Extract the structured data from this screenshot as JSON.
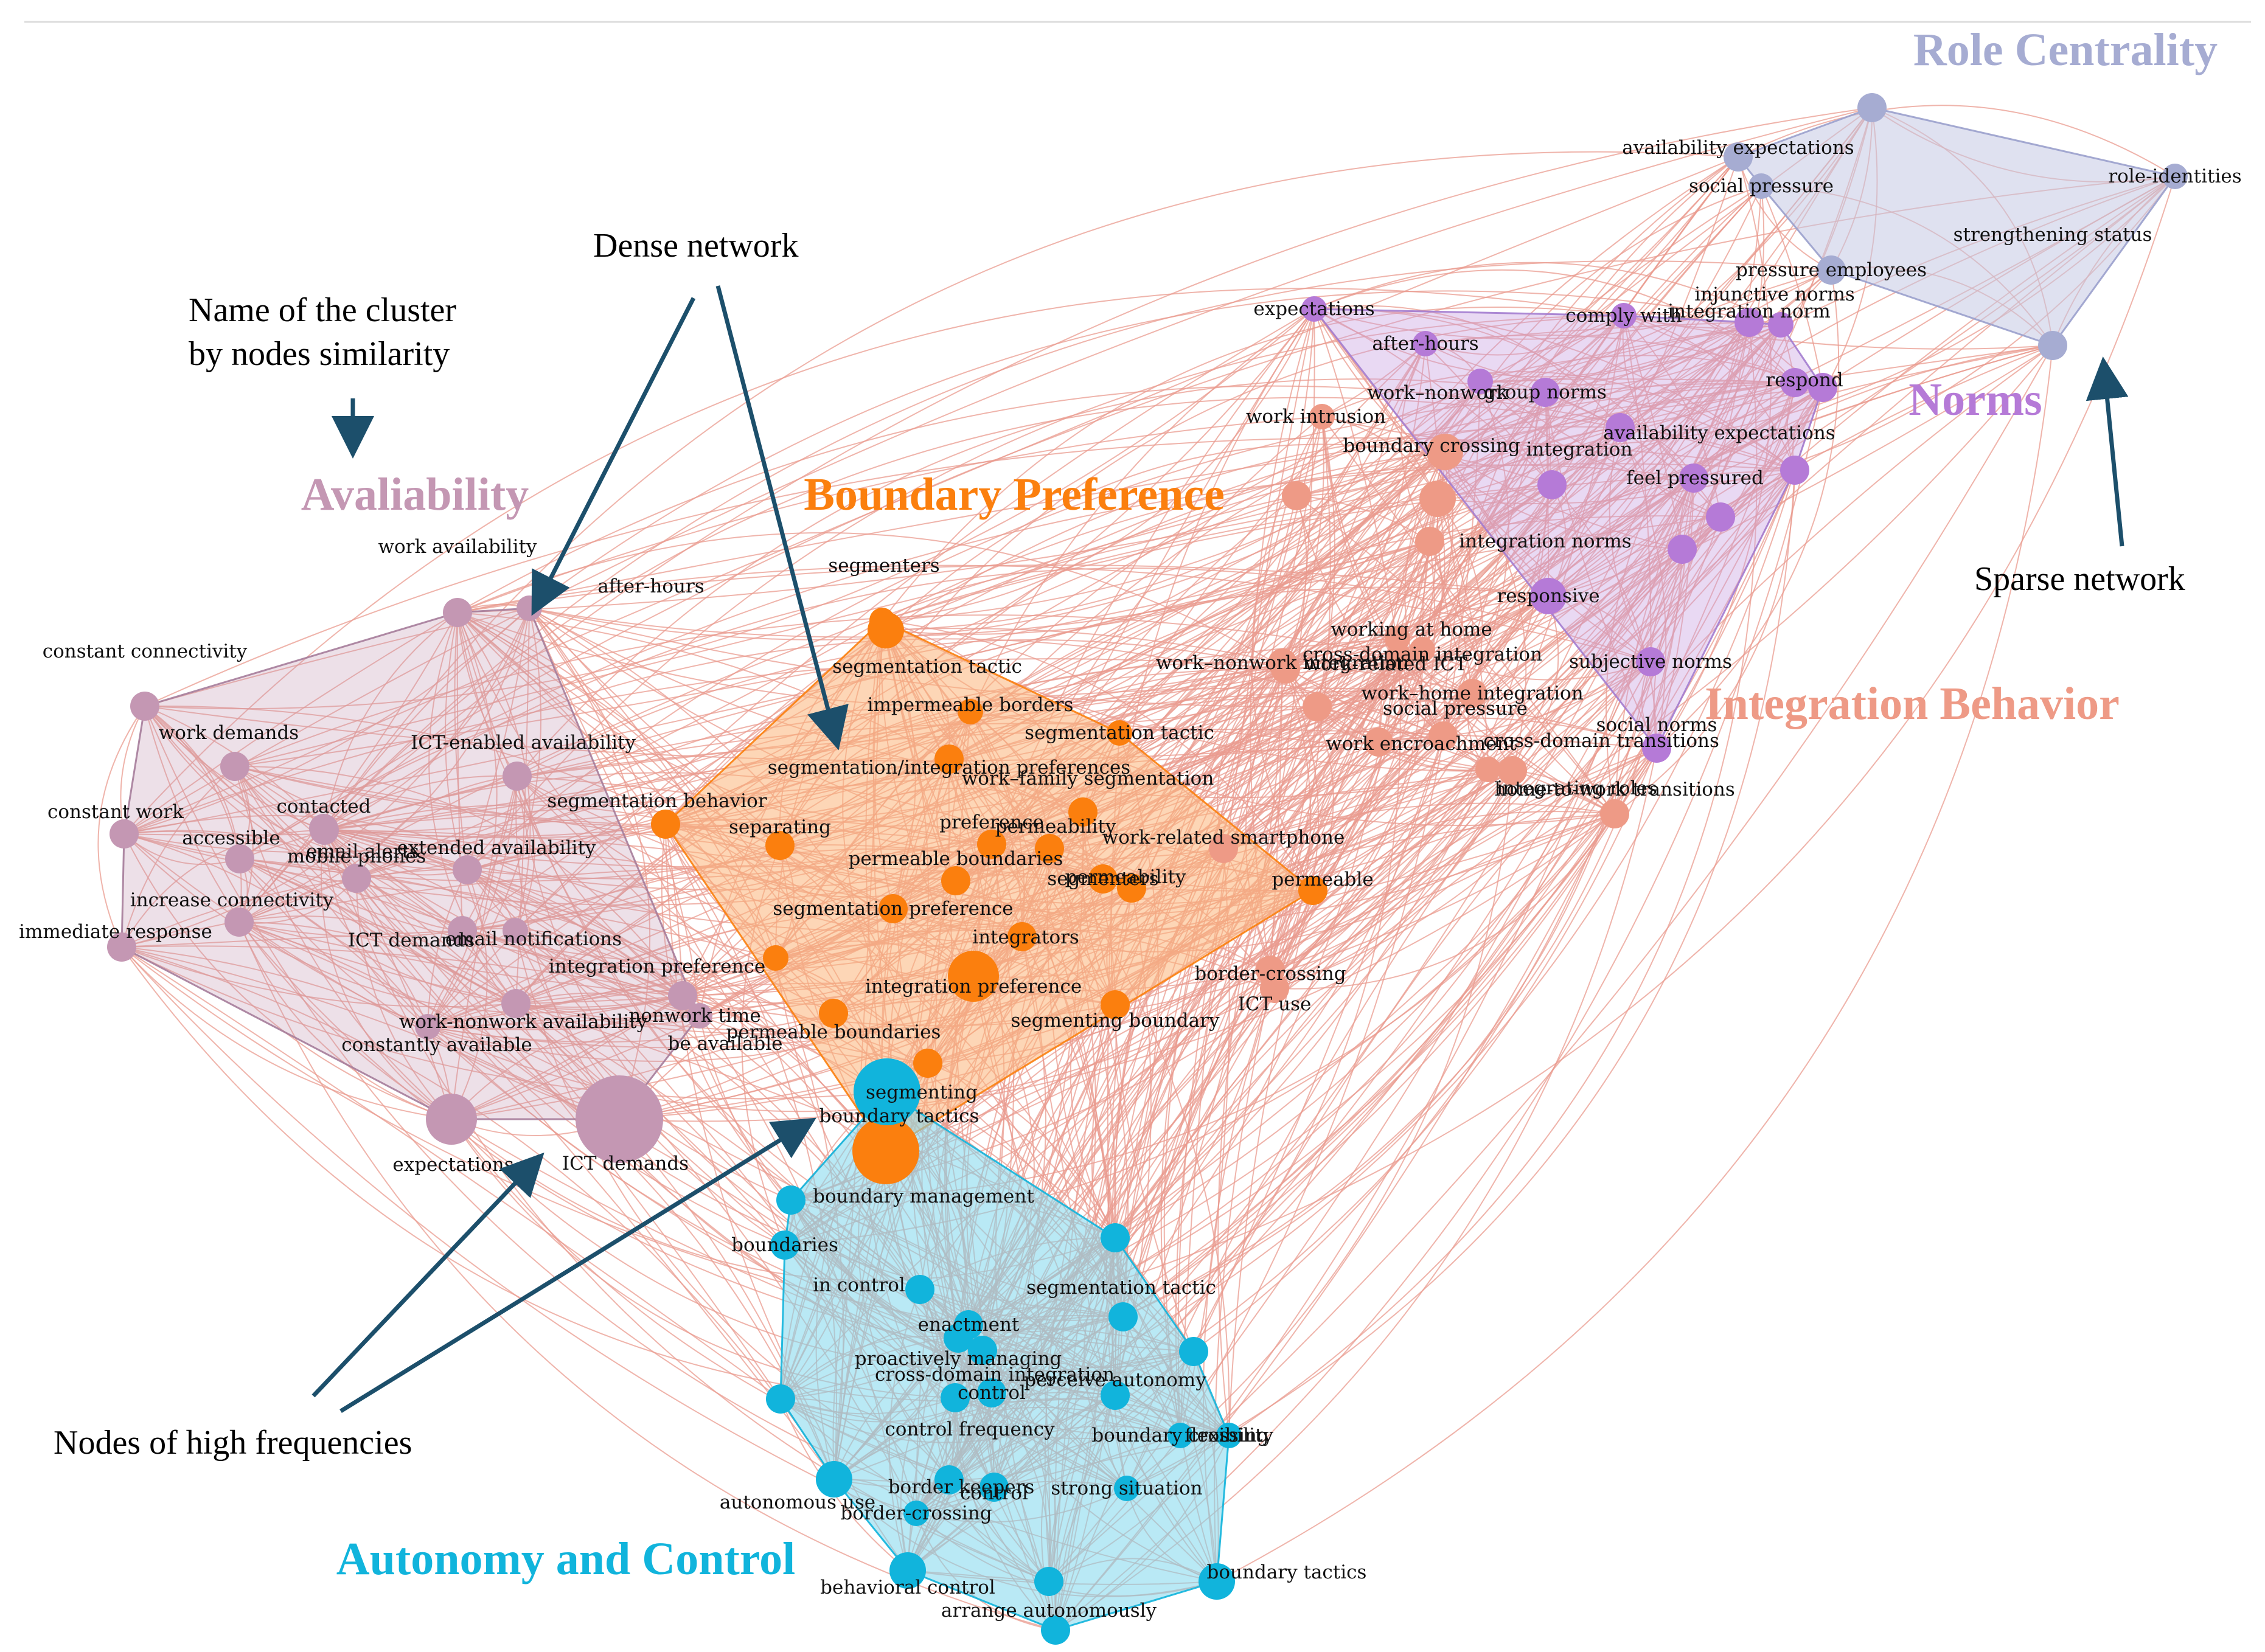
{
  "colors": {
    "edge": "#ea9b8f",
    "availability": "#c497b3",
    "boundary_preference": "#fb7f0e",
    "integration_behavior": "#ee9a86",
    "norms": "#b57ad7",
    "role_centrality": "#a6acd2",
    "autonomy": "#11b4dc",
    "arrow": "#1c4f6b"
  },
  "clusters": [
    {
      "id": "availability",
      "name": "Avaliability",
      "color": "#c497b3"
    },
    {
      "id": "boundary_preference",
      "name": "Boundary Preference",
      "color": "#fb7f0e"
    },
    {
      "id": "integration_behavior",
      "name": "Integration Behavior",
      "color": "#ee9a86"
    },
    {
      "id": "norms",
      "name": "Norms",
      "color": "#b57ad7"
    },
    {
      "id": "role_centrality",
      "name": "Role Centrality",
      "color": "#a6acd2"
    },
    {
      "id": "autonomy",
      "name": "Autonomy and Control",
      "color": "#11b4dc"
    }
  ],
  "annotations": {
    "cluster_name": [
      "Name of the cluster",
      "by nodes similarity"
    ],
    "dense": "Dense network",
    "sparse": "Sparse network",
    "high_freq": "Nodes of high frequencies"
  },
  "nodes": [
    {
      "cluster": "availability",
      "label": "work availability",
      "size": 1
    },
    {
      "cluster": "availability",
      "label": "after-hours",
      "size": 0
    },
    {
      "cluster": "availability",
      "label": "constant connectivity",
      "size": 1
    },
    {
      "cluster": "availability",
      "label": "work demands",
      "size": 1
    },
    {
      "cluster": "availability",
      "label": "ICT-enabled availability",
      "size": 1
    },
    {
      "cluster": "availability",
      "label": "contacted",
      "size": 1
    },
    {
      "cluster": "availability",
      "label": "constant work",
      "size": 1
    },
    {
      "cluster": "availability",
      "label": "accessible",
      "size": 1
    },
    {
      "cluster": "availability",
      "label": "email alerts",
      "size": 1
    },
    {
      "cluster": "availability",
      "label": "extended availability",
      "size": 1
    },
    {
      "cluster": "availability",
      "label": "mobile phones",
      "size": 1
    },
    {
      "cluster": "availability",
      "label": "increase connectivity",
      "size": 1
    },
    {
      "cluster": "availability",
      "label": "ICT demands",
      "size": 1
    },
    {
      "cluster": "availability",
      "label": "email notifications",
      "size": 0
    },
    {
      "cluster": "availability",
      "label": "immediate response",
      "size": 1
    },
    {
      "cluster": "availability",
      "label": "nonwork time",
      "size": 1
    },
    {
      "cluster": "availability",
      "label": "work-nonwork availability",
      "size": 1
    },
    {
      "cluster": "availability",
      "label": "be available",
      "size": 0
    },
    {
      "cluster": "availability",
      "label": "constantly available",
      "size": 0
    },
    {
      "cluster": "availability",
      "label": "expectations",
      "size": 3
    },
    {
      "cluster": "availability",
      "label": "ICT demands",
      "size": 5
    },
    {
      "cluster": "boundary_preference",
      "label": "segmenters",
      "size": 0
    },
    {
      "cluster": "boundary_preference",
      "label": "segmentation tactic",
      "size": 2
    },
    {
      "cluster": "boundary_preference",
      "label": "impermeable borders",
      "size": 0
    },
    {
      "cluster": "boundary_preference",
      "label": "segmentation tactic",
      "size": 0
    },
    {
      "cluster": "boundary_preference",
      "label": "segmentation/integration preferences",
      "size": 1
    },
    {
      "cluster": "boundary_preference",
      "label": "segmentation behavior",
      "size": 1
    },
    {
      "cluster": "boundary_preference",
      "label": "work–family segmentation",
      "size": 1
    },
    {
      "cluster": "boundary_preference",
      "label": "separating",
      "size": 1
    },
    {
      "cluster": "boundary_preference",
      "label": "preference",
      "size": 1
    },
    {
      "cluster": "boundary_preference",
      "label": "permeability",
      "size": 1
    },
    {
      "cluster": "boundary_preference",
      "label": "permeable boundaries",
      "size": 1
    },
    {
      "cluster": "boundary_preference",
      "label": "segmenters",
      "size": 1
    },
    {
      "cluster": "boundary_preference",
      "label": "permeability",
      "size": 1
    },
    {
      "cluster": "boundary_preference",
      "label": "permeable",
      "size": 1
    },
    {
      "cluster": "boundary_preference",
      "label": "segmentation preference",
      "size": 1
    },
    {
      "cluster": "boundary_preference",
      "label": "integrators",
      "size": 1
    },
    {
      "cluster": "boundary_preference",
      "label": "integration preference",
      "size": 0
    },
    {
      "cluster": "boundary_preference",
      "label": "integration preference",
      "size": 3
    },
    {
      "cluster": "boundary_preference",
      "label": "permeable boundaries",
      "size": 1
    },
    {
      "cluster": "boundary_preference",
      "label": "segmenting boundary",
      "size": 1
    },
    {
      "cluster": "boundary_preference",
      "label": "segmenting",
      "size": 1
    },
    {
      "cluster": "boundary_preference",
      "label": "",
      "size": 4
    },
    {
      "cluster": "integration_behavior",
      "label": "work intrusion",
      "size": 0
    },
    {
      "cluster": "integration_behavior",
      "label": "boundary crossing",
      "size": 2
    },
    {
      "cluster": "integration_behavior",
      "label": "",
      "size": 2
    },
    {
      "cluster": "integration_behavior",
      "label": "integration norms",
      "size": 1
    },
    {
      "cluster": "integration_behavior",
      "label": "working at home",
      "size": 0
    },
    {
      "cluster": "integration_behavior",
      "label": "cross-domain integration",
      "size": 0
    },
    {
      "cluster": "integration_behavior",
      "label": "work-related ICT",
      "size": 0
    },
    {
      "cluster": "integration_behavior",
      "label": "work–nonwork integration",
      "size": 1
    },
    {
      "cluster": "integration_behavior",
      "label": "work–home integration",
      "size": 1
    },
    {
      "cluster": "integration_behavior",
      "label": "social pressure",
      "size": 1
    },
    {
      "cluster": "integration_behavior",
      "label": "work encroachment",
      "size": 1
    },
    {
      "cluster": "integration_behavior",
      "label": "cross-domain transitions",
      "size": 0
    },
    {
      "cluster": "integration_behavior",
      "label": "integrating roles",
      "size": 1
    },
    {
      "cluster": "integration_behavior",
      "label": "home-to-work transitions",
      "size": 1
    },
    {
      "cluster": "integration_behavior",
      "label": "work-related smartphone",
      "size": 1
    },
    {
      "cluster": "integration_behavior",
      "label": "border-crossing",
      "size": 1
    },
    {
      "cluster": "integration_behavior",
      "label": "ICT use",
      "size": 1
    },
    {
      "cluster": "integration_behavior",
      "label": "",
      "size": 1
    },
    {
      "cluster": "integration_behavior",
      "label": "",
      "size": 1
    },
    {
      "cluster": "integration_behavior",
      "label": "",
      "size": 1
    },
    {
      "cluster": "norms",
      "label": "expectations",
      "size": 0
    },
    {
      "cluster": "norms",
      "label": "comply with",
      "size": 0
    },
    {
      "cluster": "norms",
      "label": "integration norm",
      "size": 1
    },
    {
      "cluster": "norms",
      "label": "injunctive norms",
      "size": 0
    },
    {
      "cluster": "norms",
      "label": "after-hours",
      "size": 0
    },
    {
      "cluster": "norms",
      "label": "work–nonwork",
      "size": 0
    },
    {
      "cluster": "norms",
      "label": "group norms",
      "size": 1
    },
    {
      "cluster": "norms",
      "label": "respond",
      "size": 1
    },
    {
      "cluster": "norms",
      "label": "availability expectations",
      "size": 1
    },
    {
      "cluster": "norms",
      "label": "integration",
      "size": 1
    },
    {
      "cluster": "norms",
      "label": "feel pressured",
      "size": 1
    },
    {
      "cluster": "norms",
      "label": "responsive",
      "size": 2
    },
    {
      "cluster": "norms",
      "label": "subjective norms",
      "size": 1
    },
    {
      "cluster": "norms",
      "label": "social norms",
      "size": 1
    },
    {
      "cluster": "norms",
      "label": "",
      "size": 1
    },
    {
      "cluster": "norms",
      "label": "",
      "size": 1
    },
    {
      "cluster": "norms",
      "label": "",
      "size": 1
    },
    {
      "cluster": "norms",
      "label": "",
      "size": 1
    },
    {
      "cluster": "role_centrality",
      "label": "availability expectations",
      "size": 1
    },
    {
      "cluster": "role_centrality",
      "label": "social pressure",
      "size": 0
    },
    {
      "cluster": "role_centrality",
      "label": "role-identities",
      "size": 0
    },
    {
      "cluster": "role_centrality",
      "label": "strengthening status",
      "size": 1
    },
    {
      "cluster": "role_centrality",
      "label": "pressure employees",
      "size": 1
    },
    {
      "cluster": "role_centrality",
      "label": "",
      "size": 1
    },
    {
      "cluster": "autonomy",
      "label": "boundary tactics",
      "size": 4
    },
    {
      "cluster": "autonomy",
      "label": "boundary management",
      "size": 1
    },
    {
      "cluster": "autonomy",
      "label": "boundaries",
      "size": 1
    },
    {
      "cluster": "autonomy",
      "label": "in control",
      "size": 1
    },
    {
      "cluster": "autonomy",
      "label": "segmentation tactic",
      "size": 1
    },
    {
      "cluster": "autonomy",
      "label": "enactment",
      "size": 1
    },
    {
      "cluster": "autonomy",
      "label": "proactively managing",
      "size": 1
    },
    {
      "cluster": "autonomy",
      "label": "cross-domain integration",
      "size": 1
    },
    {
      "cluster": "autonomy",
      "label": "perceive autonomy",
      "size": 1
    },
    {
      "cluster": "autonomy",
      "label": "control",
      "size": 1
    },
    {
      "cluster": "autonomy",
      "label": "control frequency",
      "size": 1
    },
    {
      "cluster": "autonomy",
      "label": "boundary crossing",
      "size": 0
    },
    {
      "cluster": "autonomy",
      "label": "flexibility",
      "size": 0
    },
    {
      "cluster": "autonomy",
      "label": "autonomous use",
      "size": 2
    },
    {
      "cluster": "autonomy",
      "label": "border keepers",
      "size": 1
    },
    {
      "cluster": "autonomy",
      "label": "control",
      "size": 1
    },
    {
      "cluster": "autonomy",
      "label": "strong situation",
      "size": 0
    },
    {
      "cluster": "autonomy",
      "label": "border-crossing",
      "size": 0
    },
    {
      "cluster": "autonomy",
      "label": "behavioral control",
      "size": 2
    },
    {
      "cluster": "autonomy",
      "label": "arrange autonomously",
      "size": 1
    },
    {
      "cluster": "autonomy",
      "label": "boundary tactics",
      "size": 2
    },
    {
      "cluster": "autonomy",
      "label": "",
      "size": 1
    },
    {
      "cluster": "autonomy",
      "label": "",
      "size": 1
    },
    {
      "cluster": "autonomy",
      "label": "",
      "size": 1
    },
    {
      "cluster": "autonomy",
      "label": "",
      "size": 1
    }
  ]
}
